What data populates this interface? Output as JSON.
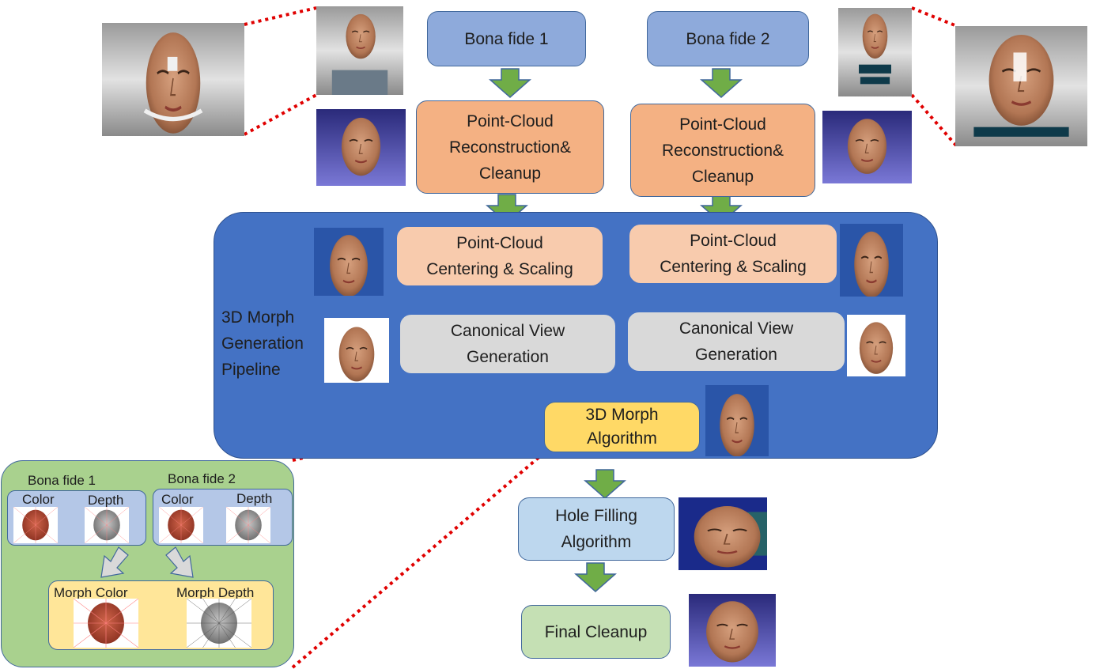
{
  "nodes": {
    "bona_fide_1": "Bona fide 1",
    "bona_fide_2": "Bona fide 2",
    "pc_recon_1": [
      "Point-Cloud",
      "Reconstruction&",
      "Cleanup"
    ],
    "pc_recon_2": [
      "Point-Cloud",
      "Reconstruction&",
      "Cleanup"
    ],
    "pc_center_1": [
      "Point-Cloud",
      "Centering & Scaling"
    ],
    "pc_center_2": [
      "Point-Cloud",
      "Centering & Scaling"
    ],
    "canon_1": [
      "Canonical View",
      "Generation"
    ],
    "canon_2": [
      "Canonical View",
      "Generation"
    ],
    "morph_algo": [
      "3D Morph",
      "Algorithm"
    ],
    "hole_filling": [
      "Hole Filling",
      "Algorithm"
    ],
    "final_cleanup": "Final Cleanup"
  },
  "pipeline_label": [
    "3D Morph",
    "Generation",
    "Pipeline"
  ],
  "inset": {
    "bona_fide_1": "Bona fide 1",
    "bona_fide_2": "Bona fide 2",
    "color_1": "Color",
    "depth_1": "Depth",
    "color_2": "Color",
    "depth_2": "Depth",
    "morph_color": "Morph Color",
    "morph_depth": "Morph Depth"
  },
  "colors": {
    "pipeline_bg": "#4472c4",
    "arrow": "#70ad47",
    "callout_line": "#e00000",
    "inset_bg": "#a9d18e"
  }
}
